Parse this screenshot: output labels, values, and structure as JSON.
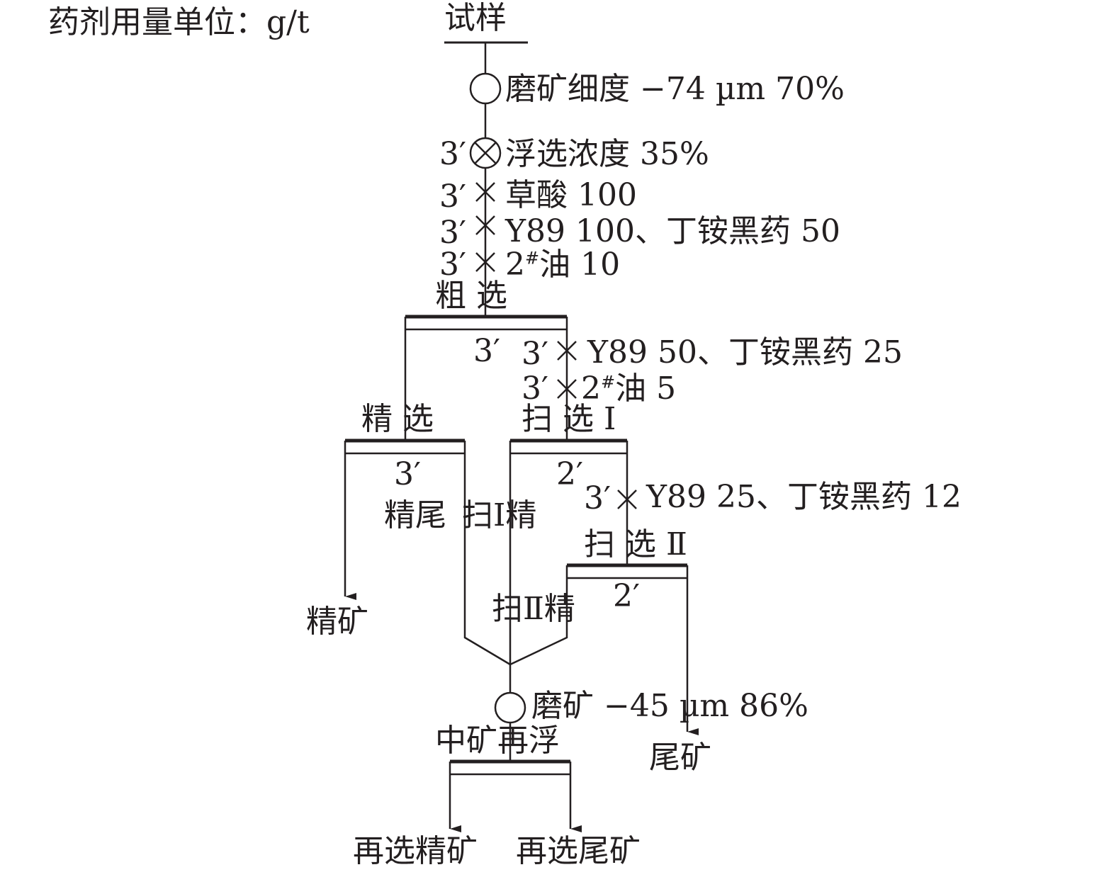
{
  "unit_note": "药剂用量单位：g/t",
  "sample": "试样",
  "grind1": "磨矿细度 −74 µm 70%",
  "cond": {
    "time": "3′",
    "label": "浮选浓度 35%"
  },
  "reagents_rougher": [
    {
      "time": "3′",
      "text": "草酸 100"
    },
    {
      "time": "3′",
      "text": "Y89 100、丁铵黑药 50"
    },
    {
      "time": "3′",
      "text": "2",
      "sup": "#",
      "tail": "油 10"
    }
  ],
  "rougher": {
    "label": "粗 选",
    "time": "3′"
  },
  "reagents_scav1": [
    {
      "time": "3′",
      "text": "Y89 50、丁铵黑药 25"
    },
    {
      "time": "3′",
      "text": " 2",
      "sup": "#",
      "tail": "油 5"
    }
  ],
  "cleaner": {
    "label": "精 选",
    "time": "3′"
  },
  "scav1": {
    "label": "扫 选 Ⅰ",
    "time": "2′"
  },
  "middling_labels": {
    "cleaner_tail": "精尾",
    "scav1_conc": "扫Ⅰ精",
    "scav2_conc": "扫Ⅱ精"
  },
  "reagents_scav2": [
    {
      "time": "3′",
      "text": "Y89 25、丁铵黑药 12"
    }
  ],
  "scav2": {
    "label": "扫 选 Ⅱ",
    "time": "2′"
  },
  "concentrate": "精矿",
  "grind2": "磨矿 −45 µm 86%",
  "regrind_float": "中矿再浮",
  "tailings": "尾矿",
  "reflot_conc": "再选精矿",
  "reflot_tail": "再选尾矿"
}
